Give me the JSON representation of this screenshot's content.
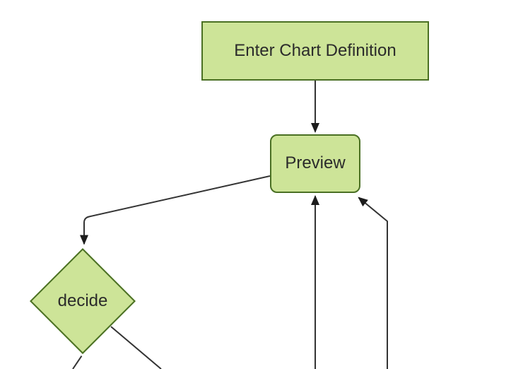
{
  "diagram": {
    "type": "flowchart",
    "direction": "top-down",
    "nodes": [
      {
        "id": "enter-chart-definition",
        "label": "Enter Chart Definition",
        "shape": "rectangle"
      },
      {
        "id": "preview",
        "label": "Preview",
        "shape": "rounded-rectangle"
      },
      {
        "id": "decide",
        "label": "decide",
        "shape": "diamond"
      }
    ],
    "edges": [
      {
        "from": "enter-chart-definition",
        "to": "preview",
        "arrowhead": true
      },
      {
        "from": "preview",
        "to": "decide",
        "arrowhead": true
      },
      {
        "from": "offscreen-bottom-center",
        "to": "preview",
        "arrowhead": true
      },
      {
        "from": "offscreen-bottom-right",
        "to": "preview",
        "arrowhead": true
      },
      {
        "from": "decide",
        "to": "offscreen-bottom-left",
        "arrowhead": false
      },
      {
        "from": "decide",
        "to": "offscreen-bottom-right",
        "arrowhead": false
      }
    ],
    "colors": {
      "node_fill": "#cde498",
      "node_border": "#4a7023",
      "edge_line": "#333333",
      "arrowhead": "#1c1c1c",
      "text": "#2b2b2b",
      "background": "#ffffff"
    }
  }
}
